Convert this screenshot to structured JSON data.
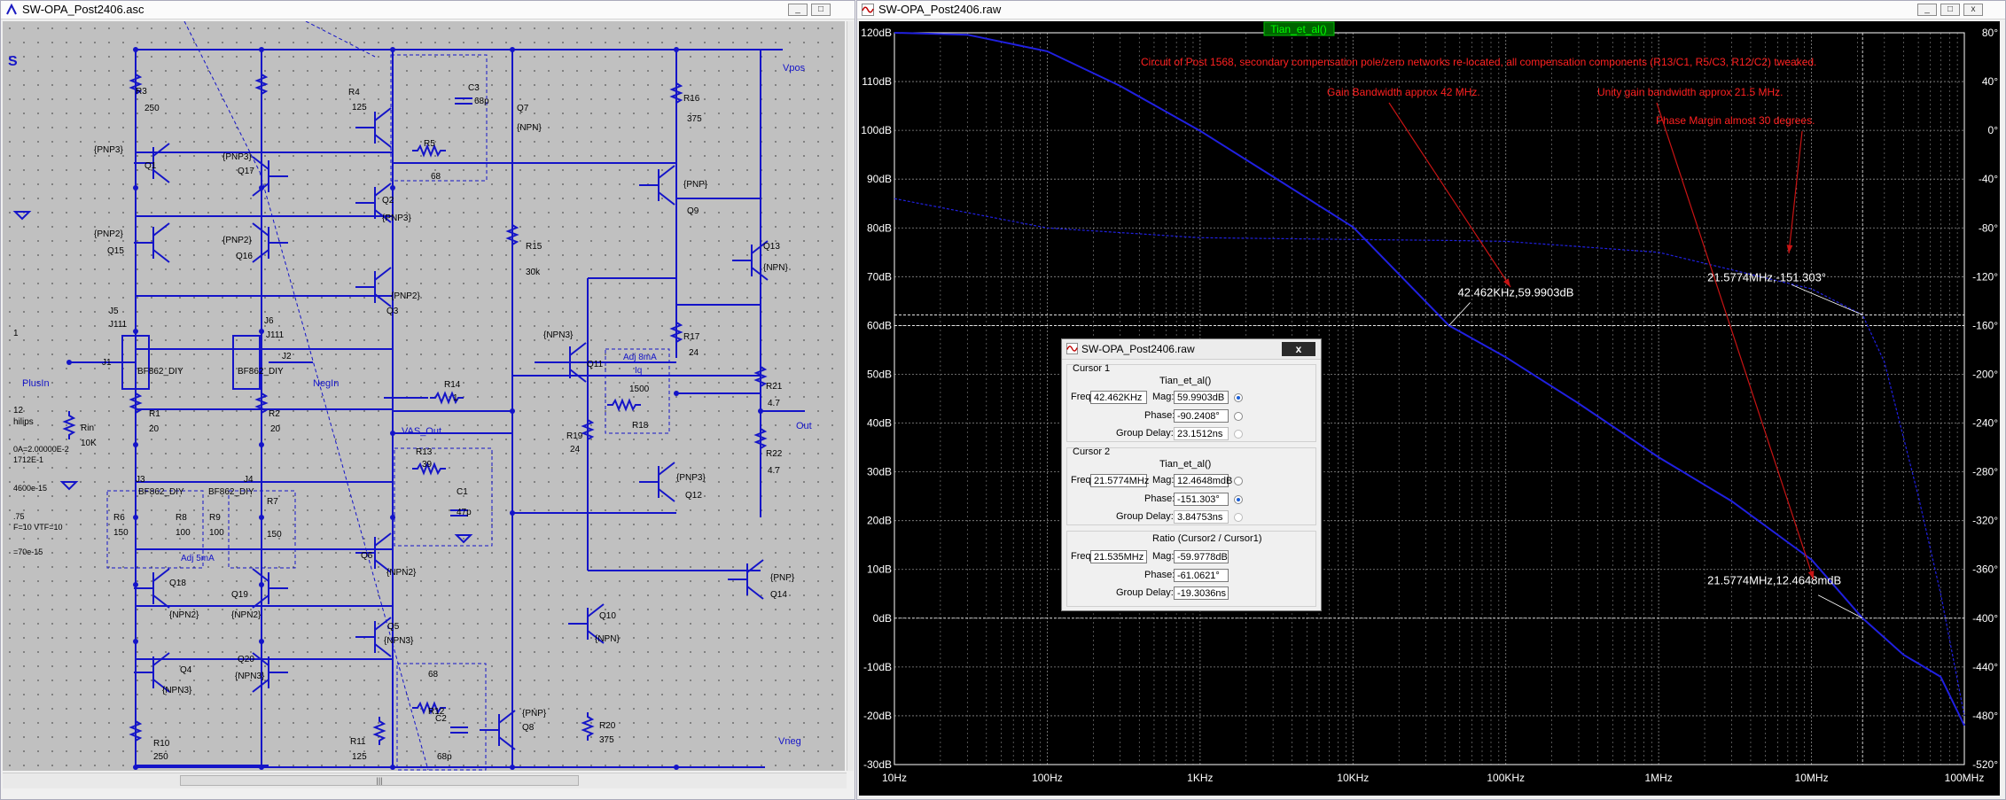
{
  "schematic_window": {
    "title": "SW-OPA_Post2406.asc",
    "buttons": [
      "_",
      "□"
    ],
    "scroll_thumb": "|||",
    "fragments": {
      "s_label": "S",
      "one": "1",
      "n12": "12",
      "philips": "hilips",
      "r1": "0A=2.00000E-2",
      "r2": "1712E-1",
      "r3": "4600e-15",
      "r4": ".75",
      "r5": "F=10 VTF=10",
      "r6": "=70e-15"
    },
    "components": [
      {
        "t": "R3"
      },
      {
        "t": "250"
      },
      {
        "t": "{PNP3}"
      },
      {
        "t": "Q1"
      },
      {
        "t": "{PNP2}"
      },
      {
        "t": "Q15"
      },
      {
        "t": "J5"
      },
      {
        "t": "J111"
      },
      {
        "t": "J1"
      },
      {
        "t": "PlusIn"
      },
      {
        "t": "Rin"
      },
      {
        "t": "10K"
      },
      {
        "t": "BF862_DIY"
      },
      {
        "t": "R1"
      },
      {
        "t": "20"
      },
      {
        "t": "{PNP3}"
      },
      {
        "t": "Q17"
      },
      {
        "t": "{PNP2}"
      },
      {
        "t": "Q16"
      },
      {
        "t": "J6"
      },
      {
        "t": "J111"
      },
      {
        "t": "J2"
      },
      {
        "t": "NegIn"
      },
      {
        "t": "BF862_DIY"
      },
      {
        "t": "R2"
      },
      {
        "t": "20"
      },
      {
        "t": "R4"
      },
      {
        "t": "125"
      },
      {
        "t": "C3"
      },
      {
        "t": "68p"
      },
      {
        "t": "R5"
      },
      {
        "t": "68"
      },
      {
        "t": "Q7"
      },
      {
        "t": "{NPN}"
      },
      {
        "t": "Q2"
      },
      {
        "t": "{PNP3}"
      },
      {
        "t": "{PNP2}"
      },
      {
        "t": "Q3"
      },
      {
        "t": "R14"
      },
      {
        "t": "1"
      },
      {
        "t": "VAS_Out"
      },
      {
        "t": "R13"
      },
      {
        "t": "39"
      },
      {
        "t": "C1"
      },
      {
        "t": "47p"
      },
      {
        "t": "J3"
      },
      {
        "t": "BF862_DIY"
      },
      {
        "t": "J4"
      },
      {
        "t": "BF862_DIY"
      },
      {
        "t": "R6"
      },
      {
        "t": "150"
      },
      {
        "t": "R8"
      },
      {
        "t": "100"
      },
      {
        "t": "R9"
      },
      {
        "t": "100"
      },
      {
        "t": "R7"
      },
      {
        "t": "150"
      },
      {
        "t": "Adj 5mA"
      },
      {
        "t": "Q6"
      },
      {
        "t": "{NPN2}"
      },
      {
        "t": "Q18"
      },
      {
        "t": "{NPN2}"
      },
      {
        "t": "Q19"
      },
      {
        "t": "{NPN2}"
      },
      {
        "t": "Q4"
      },
      {
        "t": "{NPN3}"
      },
      {
        "t": "Q20"
      },
      {
        "t": "{NPN3}"
      },
      {
        "t": "Q5"
      },
      {
        "t": "{NPN3}"
      },
      {
        "t": "68"
      },
      {
        "t": "R12"
      },
      {
        "t": "C2"
      },
      {
        "t": "68p"
      },
      {
        "t": "{PNP}"
      },
      {
        "t": "Q8"
      },
      {
        "t": "R10"
      },
      {
        "t": "250"
      },
      {
        "t": "R11"
      },
      {
        "t": "125"
      },
      {
        "t": "R16"
      },
      {
        "t": "375"
      },
      {
        "t": "{PNP}"
      },
      {
        "t": "Q9"
      },
      {
        "t": "R15"
      },
      {
        "t": "30k"
      },
      {
        "t": "Q13"
      },
      {
        "t": "{NPN}"
      },
      {
        "t": "{NPN3}"
      },
      {
        "t": "Q11"
      },
      {
        "t": "Adj 8mA"
      },
      {
        "t": "Iq"
      },
      {
        "t": "1500"
      },
      {
        "t": "R18"
      },
      {
        "t": "R17"
      },
      {
        "t": "24"
      },
      {
        "t": "R21"
      },
      {
        "t": "4.7"
      },
      {
        "t": "Out"
      },
      {
        "t": "R19"
      },
      {
        "t": "24"
      },
      {
        "t": "R22"
      },
      {
        "t": "4.7"
      },
      {
        "t": "{PNP3}"
      },
      {
        "t": "Q12"
      },
      {
        "t": "{PNP}"
      },
      {
        "t": "Q14"
      },
      {
        "t": "Q10"
      },
      {
        "t": "{NPN}"
      },
      {
        "t": "R20"
      },
      {
        "t": "375"
      },
      {
        "t": "Vpos"
      },
      {
        "t": "Vneg"
      }
    ]
  },
  "plot_window": {
    "title": "SW-OPA_Post2406.raw",
    "buttons": [
      "_",
      "□",
      "x"
    ],
    "trace_label": "Tian_et_al()",
    "annotations": {
      "a1": "Circuit of Post 1568, secondary compensation pole/zero networks re-located, all compensation components (R13/C1, R5/C3, R12/C2) tweaked.",
      "a2": "Gain Bandwidth approx 42 MHz.",
      "a3": "Unity gain bandwidth approx 21.5 MHz.",
      "a4": "Phase Margin almost 30 degrees.",
      "c1": "42.462KHz,59.9903dB",
      "c2": "21.5774MHz,-151.303°",
      "c3": "21.5774MHz,12.4648mdB"
    }
  },
  "cursor_dialog": {
    "title": "SW-OPA_Post2406.raw",
    "close": "x",
    "cursor1": {
      "label": "Cursor 1",
      "trace": "Tian_et_al()",
      "freq_lbl": "Freq:",
      "freq": "42.462KHz",
      "mag_lbl": "Mag:",
      "mag": "59.9903dB",
      "phase_lbl": "Phase:",
      "phase": "-90.2408°",
      "gd_lbl": "Group Delay:",
      "gd": "23.1512ns"
    },
    "cursor2": {
      "label": "Cursor 2",
      "trace": "Tian_et_al()",
      "freq_lbl": "Freq:",
      "freq": "21.5774MHz",
      "mag_lbl": "Mag:",
      "mag": "12.4648mdB",
      "phase_lbl": "Phase:",
      "phase": "-151.303°",
      "gd_lbl": "Group Delay:",
      "gd": "3.84753ns"
    },
    "ratio": {
      "label": "Ratio (Cursor2 / Cursor1)",
      "freq_lbl": "Freq:",
      "freq": "21.535MHz",
      "mag_lbl": "Mag:",
      "mag": "-59.9778dB",
      "phase_lbl": "Phase:",
      "phase": "-61.0621°",
      "gd_lbl": "Group Delay:",
      "gd": "-19.3036ns"
    }
  },
  "chart_data": {
    "type": "line",
    "title": "",
    "xlabel": "",
    "ylabel": "",
    "x_scale": "log",
    "xlim": [
      10,
      100000000
    ],
    "x_ticks": [
      "10Hz",
      "100Hz",
      "1KHz",
      "10KHz",
      "100KHz",
      "1MHz",
      "10MHz",
      "100MHz"
    ],
    "ylim_left": [
      -30,
      120
    ],
    "y_ticks_left": [
      "120dB",
      "110dB",
      "100dB",
      "90dB",
      "80dB",
      "70dB",
      "60dB",
      "50dB",
      "40dB",
      "30dB",
      "20dB",
      "10dB",
      "0dB",
      "-10dB",
      "-20dB",
      "-30dB"
    ],
    "ylim_right": [
      -520,
      80
    ],
    "y_ticks_right": [
      "80°",
      "40°",
      "0°",
      "-40°",
      "-80°",
      "-120°",
      "-160°",
      "-200°",
      "-240°",
      "-280°",
      "-320°",
      "-360°",
      "-400°",
      "-440°",
      "-480°",
      "-520°"
    ],
    "grid": true,
    "series": [
      {
        "name": "Tian_et_al()",
        "quantity": "magnitude (dB)",
        "color": "#2020e0",
        "x": [
          10,
          30,
          100,
          300,
          1000,
          3000,
          10000,
          42462,
          100000,
          300000,
          1000000,
          3000000,
          10000000,
          21577400,
          40000000,
          70000000,
          100000000
        ],
        "y": [
          120,
          119.6,
          116.2,
          109.1,
          99.9,
          90.5,
          80.2,
          60,
          53.5,
          44,
          33,
          24,
          12,
          0,
          -7.5,
          -12,
          -22
        ]
      },
      {
        "name": "Tian_et_al()",
        "quantity": "phase (deg)",
        "color": "#2020e0",
        "x": [
          10,
          100,
          1000,
          10000,
          42462,
          100000,
          1000000,
          10000000,
          21577400,
          30000000,
          50000000,
          70000000,
          100000000
        ],
        "y": [
          -56,
          -80,
          -88,
          -89.5,
          -90.24,
          -91,
          -100,
          -130,
          -151.3,
          -190,
          -300,
          -380,
          -480
        ]
      }
    ],
    "cursors": [
      {
        "x": 42462,
        "y_db": 59.9903,
        "label": "42.462KHz,59.9903dB"
      },
      {
        "x": 21577400,
        "y_db": 0.0125,
        "phase": -151.303,
        "label": "21.5774MHz,12.4648mdB"
      }
    ]
  },
  "colors": {
    "wire": "#1414c8",
    "annotation": "#ff2020",
    "trace_label_bg": "#006400",
    "trace_label_fg": "#00ff00",
    "grid": "#8c8c8c",
    "plot_bg": "#000000",
    "cursor_line": "#ffffff",
    "arrow": "#c81414"
  }
}
